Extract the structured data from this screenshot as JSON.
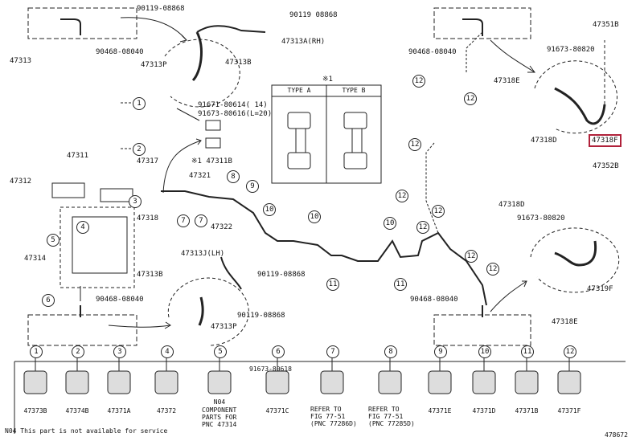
{
  "parts": {
    "p47313": "47313",
    "p90468_top": "90468-08040",
    "p90119_a": "90119-08868",
    "p90119_b": "90119 08868",
    "p47313A": "47313A(RH)",
    "p47313P_top": "47313P",
    "p47313B_top": "47313B",
    "note_ref": "※1",
    "p91671_a": "91671-80614(   14)",
    "p91673_b": "91673-80616(L=20)",
    "p47317": "47317",
    "p47311B": "※1 47311B",
    "p47311": "47311",
    "p47312": "47312",
    "p47321": "47321",
    "p47322": "47322",
    "p47318": "47318",
    "p47314": "47314",
    "p47313J": "47313J(LH)",
    "p47313B_bot": "47313B",
    "p90119_c": "90119-08868",
    "p90119_d": "90119-08868",
    "p90468_bot": "90468-08040",
    "p47313P_bot": "47313P",
    "p47351B": "47351B",
    "p90468_r1": "90468-08040",
    "p91673_r1": "91673-80820",
    "p47318E_top": "47318E",
    "p47318D_top": "47318D",
    "p47318F": "47318F",
    "p47352B": "47352B",
    "p47318D_bot": "47318D",
    "p91673_r2": "91673-80820",
    "p47319F": "47319F",
    "p90468_r2": "90468-08040",
    "p47318E_bot": "47318E"
  },
  "type_box": {
    "title": "※1",
    "col_a": "TYPE A",
    "col_b": "TYPE B"
  },
  "callouts": [
    "1",
    "2",
    "3",
    "4",
    "5",
    "6",
    "7",
    "8",
    "9",
    "10",
    "11",
    "12"
  ],
  "legend": [
    {
      "num": "1",
      "part": "47373B"
    },
    {
      "num": "2",
      "part": "47374B"
    },
    {
      "num": "3",
      "part": "47371A"
    },
    {
      "num": "4",
      "part": "47372"
    },
    {
      "num": "5",
      "part": "N04",
      "note1": "COMPONENT",
      "note2": "PARTS FOR",
      "note3": "PNC 47314"
    },
    {
      "num": "6",
      "part": "47371C",
      "top": "91673-80618"
    },
    {
      "num": "7",
      "part": "",
      "note1": "REFER TO",
      "note2": "FIG 77-51",
      "note3": "(PNC 77286D)"
    },
    {
      "num": "8",
      "part": "",
      "note1": "REFER TO",
      "note2": "FIG 77-51",
      "note3": "(PNC 77285D)"
    },
    {
      "num": "9",
      "part": "47371E"
    },
    {
      "num": "10",
      "part": "47371D"
    },
    {
      "num": "11",
      "part": "47371B"
    },
    {
      "num": "12",
      "part": "47371F"
    }
  ],
  "footer": {
    "note": "N04 This part is not available for service",
    "ref": "478672"
  },
  "highlight_color": "#b0213a"
}
